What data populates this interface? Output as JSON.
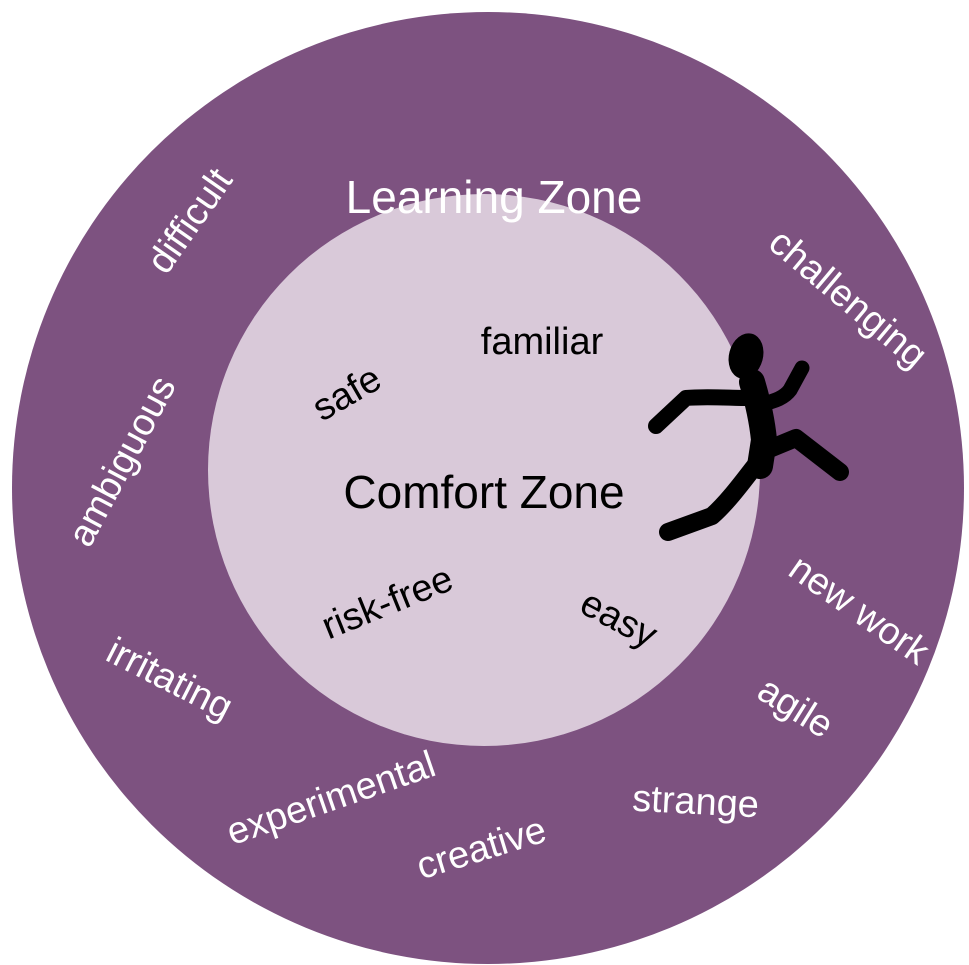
{
  "colors": {
    "learning_zone": "#7d5280",
    "comfort_zone": "#d9c9d9",
    "outer_text": "#ffffff",
    "inner_text": "#000000",
    "figure": "#000000"
  },
  "learning_zone": {
    "title": "Learning Zone",
    "words": {
      "difficult": "difficult",
      "challenging": "challenging",
      "ambiguous": "ambiguous",
      "new_work": "new work",
      "irritating": "irritating",
      "agile": "agile",
      "experimental": "experimental",
      "strange": "strange",
      "creative": "creative"
    }
  },
  "comfort_zone": {
    "title": "Comfort Zone",
    "words": {
      "familiar": "familiar",
      "safe": "safe",
      "risk_free": "risk-free",
      "easy": "easy"
    }
  },
  "figure_icon": "running-person-icon"
}
